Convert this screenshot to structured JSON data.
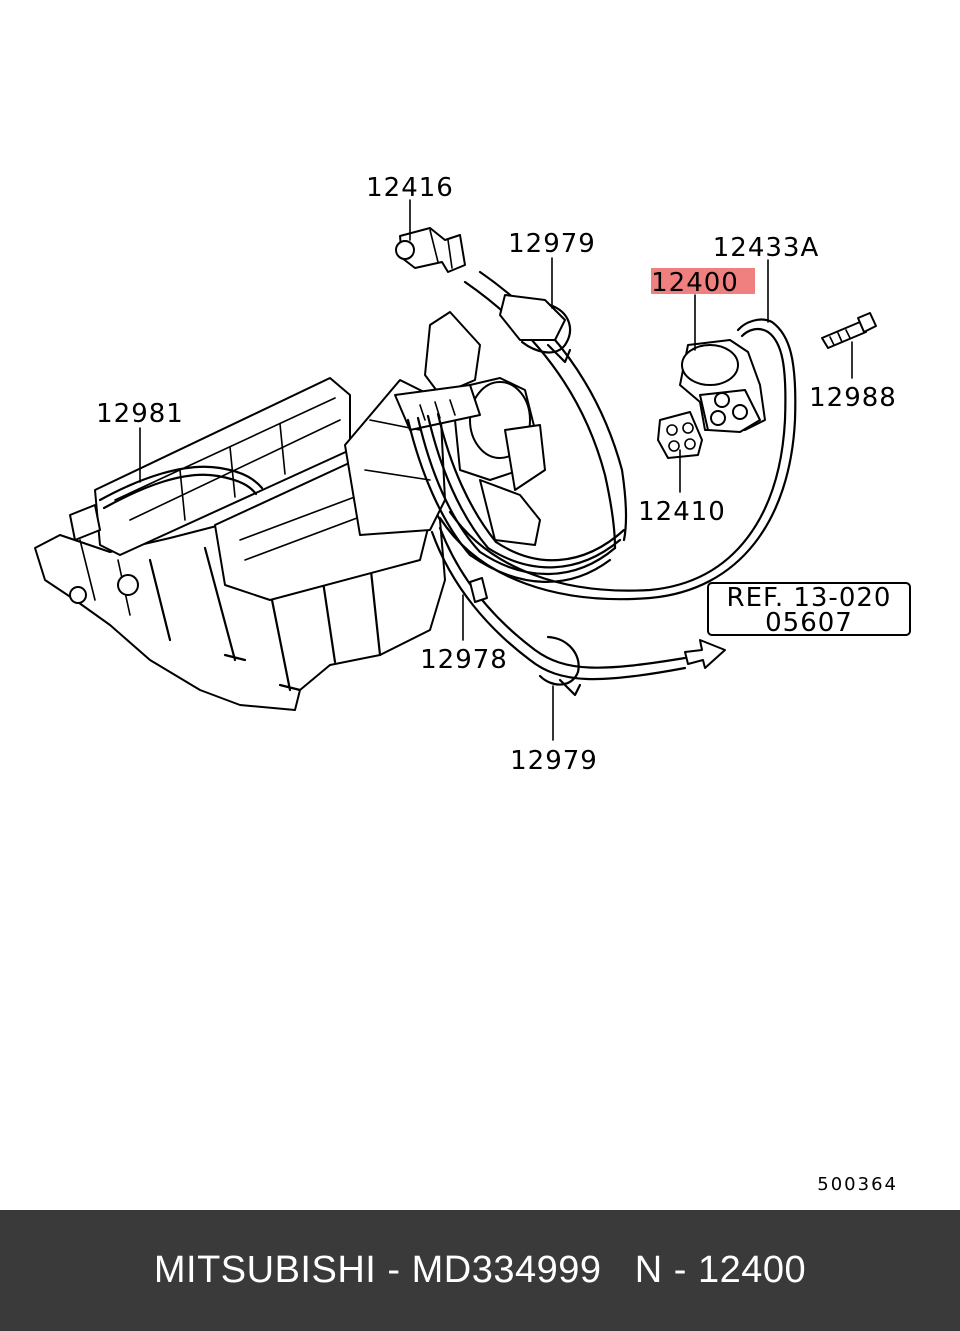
{
  "labels": {
    "part_12416": "12416",
    "part_12979_top": "12979",
    "part_12433a": "12433A",
    "part_12400": "12400",
    "part_12988": "12988",
    "part_12981": "12981",
    "part_12410": "12410",
    "part_12978": "12978",
    "part_12979_bottom": "12979",
    "ref_line1": "REF. 13-020",
    "ref_line2": "05607",
    "diagram_code": "500364"
  },
  "highlight_color": "#f08080",
  "footer": {
    "brand": "MITSUBISHI",
    "sep1": " - ",
    "part_number": "MD334999",
    "gap": "   ",
    "ref_prefix": "N",
    "sep2": " - ",
    "ref_number": "12400"
  },
  "footer_bg": "#3a3a3a"
}
